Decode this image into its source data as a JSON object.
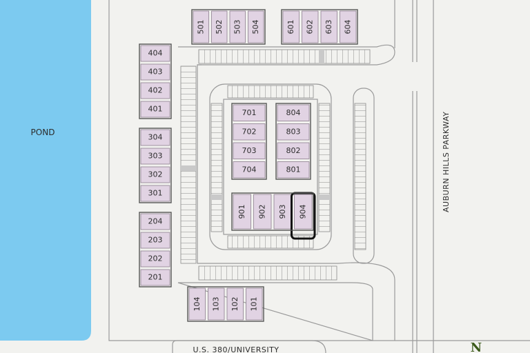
{
  "map": {
    "water_label": "POND",
    "road_vertical_label": "AUBURN HILLS PARKWAY",
    "road_bottom_label": "U.S. 380/UNIVERSITY",
    "north_label": "N",
    "highlighted_unit": "904",
    "colors": {
      "water": "#7ccaf0",
      "unit_fill": "#e1d3e3",
      "building_outline": "#555555",
      "highlight": "#111111",
      "north": "#3b5a1a"
    }
  },
  "buildings": [
    {
      "id": "100",
      "units": [
        "104",
        "103",
        "102",
        "101"
      ]
    },
    {
      "id": "200",
      "units": [
        "204",
        "203",
        "202",
        "201"
      ]
    },
    {
      "id": "300",
      "units": [
        "304",
        "303",
        "302",
        "301"
      ]
    },
    {
      "id": "400",
      "units": [
        "404",
        "403",
        "402",
        "401"
      ]
    },
    {
      "id": "500",
      "units": [
        "501",
        "502",
        "503",
        "504"
      ]
    },
    {
      "id": "600",
      "units": [
        "601",
        "602",
        "603",
        "604"
      ]
    },
    {
      "id": "700",
      "units": [
        "701",
        "702",
        "703",
        "704"
      ]
    },
    {
      "id": "800",
      "units": [
        "804",
        "803",
        "802",
        "801"
      ]
    },
    {
      "id": "900",
      "units": [
        "901",
        "902",
        "903",
        "904"
      ]
    }
  ]
}
